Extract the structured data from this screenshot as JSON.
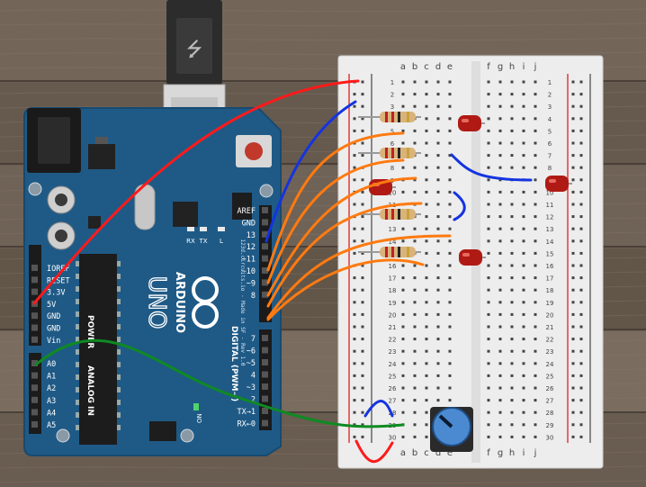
{
  "colors": {
    "wood": "#6b5e52",
    "board": "#1f5a86",
    "breadboard": "#ededed",
    "wire_red": "#ff1a1a",
    "wire_blue": "#1434e0",
    "wire_orange": "#ff7a10",
    "wire_green": "#0f8a22",
    "led": "#b01a14"
  },
  "arduino": {
    "brand": "ARDUINO",
    "model": "UNO",
    "credit": "123d.circuits.io - Made in SF - Rev 1.0",
    "power_title": "POWER",
    "analog_title": "ANALOG IN",
    "digital_title": "DIGITAL (PWM~)",
    "on_label": "ON",
    "led_labels": [
      "RX",
      "TX",
      "L"
    ],
    "power_pins": [
      "IOREF",
      "RESET",
      "3.3V",
      "5V",
      "GND",
      "GND",
      "Vin"
    ],
    "analog_pins": [
      "A0",
      "A1",
      "A2",
      "A3",
      "A4",
      "A5"
    ],
    "digital_pins_upper": [
      "AREF",
      "GND",
      "13",
      "12",
      "~11",
      "~10",
      "~9",
      "8"
    ],
    "digital_pins_lower": [
      "7",
      "~6",
      "~5",
      "4",
      "~3",
      "2",
      "TX→1",
      "RX←0"
    ]
  },
  "breadboard": {
    "rail_plus": "+",
    "rail_minus": "−",
    "cols_left": [
      "a",
      "b",
      "c",
      "d",
      "e"
    ],
    "cols_right": [
      "f",
      "g",
      "h",
      "i",
      "j"
    ],
    "rows": [
      "1",
      "2",
      "3",
      "4",
      "5",
      "6",
      "7",
      "8",
      "9",
      "10",
      "11",
      "12",
      "13",
      "14",
      "15",
      "16",
      "17",
      "18",
      "19",
      "20",
      "21",
      "22",
      "23",
      "24",
      "25",
      "26",
      "27",
      "28",
      "29",
      "30"
    ]
  }
}
